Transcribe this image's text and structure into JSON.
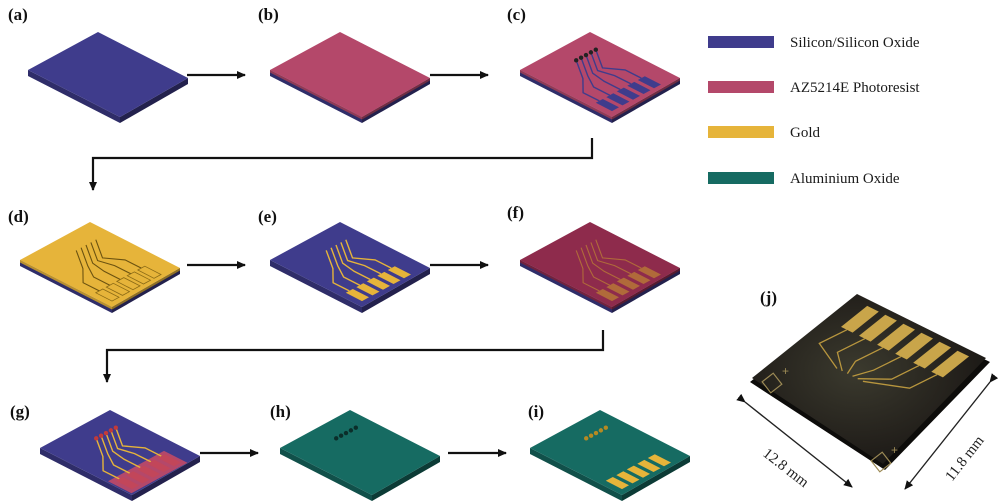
{
  "panels": [
    {
      "id": "a",
      "label": "(a)"
    },
    {
      "id": "b",
      "label": "(b)"
    },
    {
      "id": "c",
      "label": "(c)"
    },
    {
      "id": "d",
      "label": "(d)"
    },
    {
      "id": "e",
      "label": "(e)"
    },
    {
      "id": "f",
      "label": "(f)"
    },
    {
      "id": "g",
      "label": "(g)"
    },
    {
      "id": "h",
      "label": "(h)"
    },
    {
      "id": "i",
      "label": "(i)"
    },
    {
      "id": "j",
      "label": "(j)"
    }
  ],
  "legend": [
    {
      "label": "Silicon/Silicon Oxide",
      "color": "#3f3c8c"
    },
    {
      "label": "AZ5214E Photoresist",
      "color": "#b4486a"
    },
    {
      "label": "Gold",
      "color": "#e6b43a"
    },
    {
      "label": "Aluminium Oxide",
      "color": "#166b62"
    }
  ],
  "photo": {
    "width_label": "12.8 mm",
    "height_label": "11.8 mm"
  },
  "colors": {
    "silicon": "#3f3c8c",
    "photoresist": "#b4486a",
    "photoresist_dark": "#8e2b4c",
    "gold": "#e6b43a",
    "alumina": "#166b62",
    "chip_photo": "#2a2520"
  }
}
